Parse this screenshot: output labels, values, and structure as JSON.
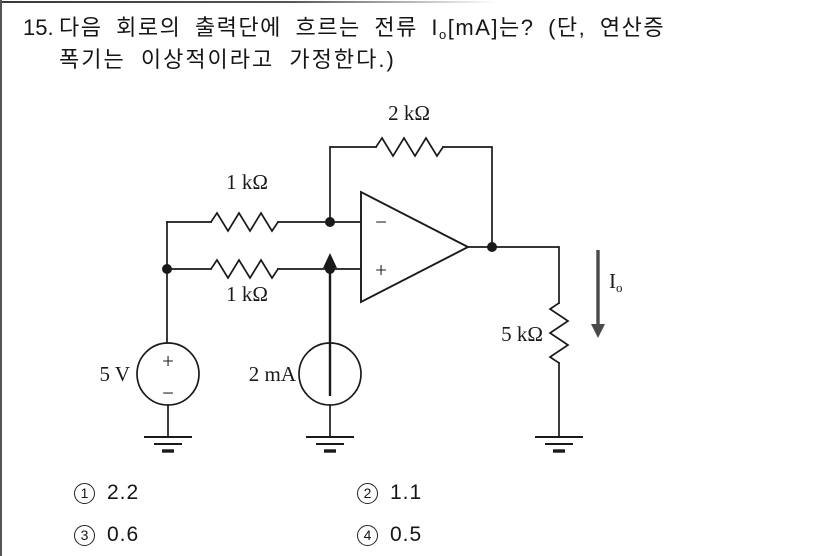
{
  "question": {
    "number": "15.",
    "line1_pre": "다음 회로의 출력단에 흐르는 전류 I",
    "current_sub": "o",
    "line1_post": "[mA]는? (단, 연산증",
    "line2": "폭기는 이상적이라고 가정한다.)"
  },
  "circuit": {
    "feedback_resistor": "2 kΩ",
    "top_resistor": "1 kΩ",
    "bottom_resistor": "1 kΩ",
    "load_resistor": "5 kΩ",
    "voltage_source": "5 V",
    "current_source": "2 mA",
    "opamp_minus": "−",
    "opamp_plus": "+",
    "source_plus": "+",
    "source_minus": "−",
    "output_current": "I",
    "output_current_sub": "o"
  },
  "choices": [
    {
      "number": "1",
      "value": "2.2"
    },
    {
      "number": "2",
      "value": "1.1"
    },
    {
      "number": "3",
      "value": "0.6"
    },
    {
      "number": "4",
      "value": "0.5"
    }
  ],
  "colors": {
    "ink": "#1a1a1a",
    "arrow_gray": "#4a4a4a"
  }
}
